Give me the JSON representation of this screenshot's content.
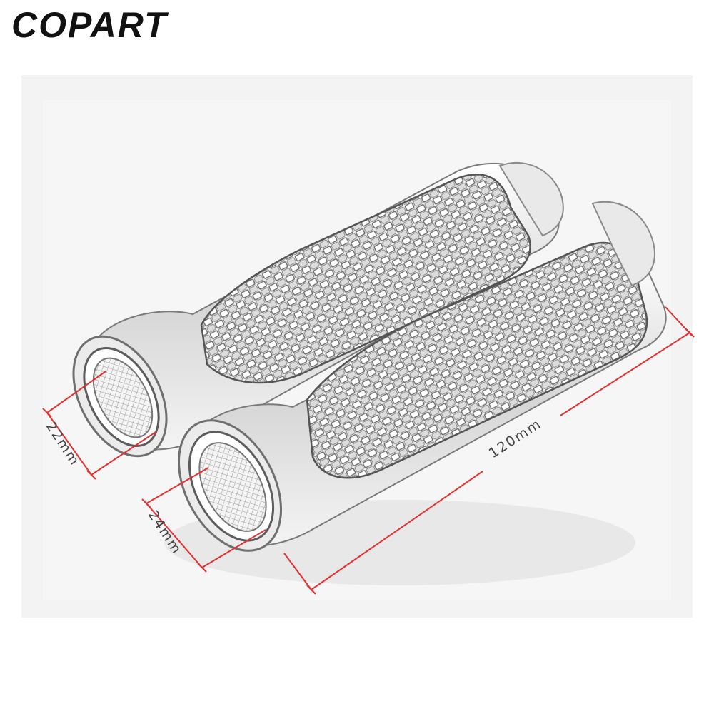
{
  "brand": {
    "name": "COPART"
  },
  "product": {
    "item": "motorcycle handlebar grips",
    "finish_color": "#c8c8c8",
    "background_color": "#f2f2f2"
  },
  "dimensions": {
    "inner_diameter_left": "22mm",
    "inner_diameter_right": "24mm",
    "length": "120mm",
    "line_color": "#e53030"
  }
}
